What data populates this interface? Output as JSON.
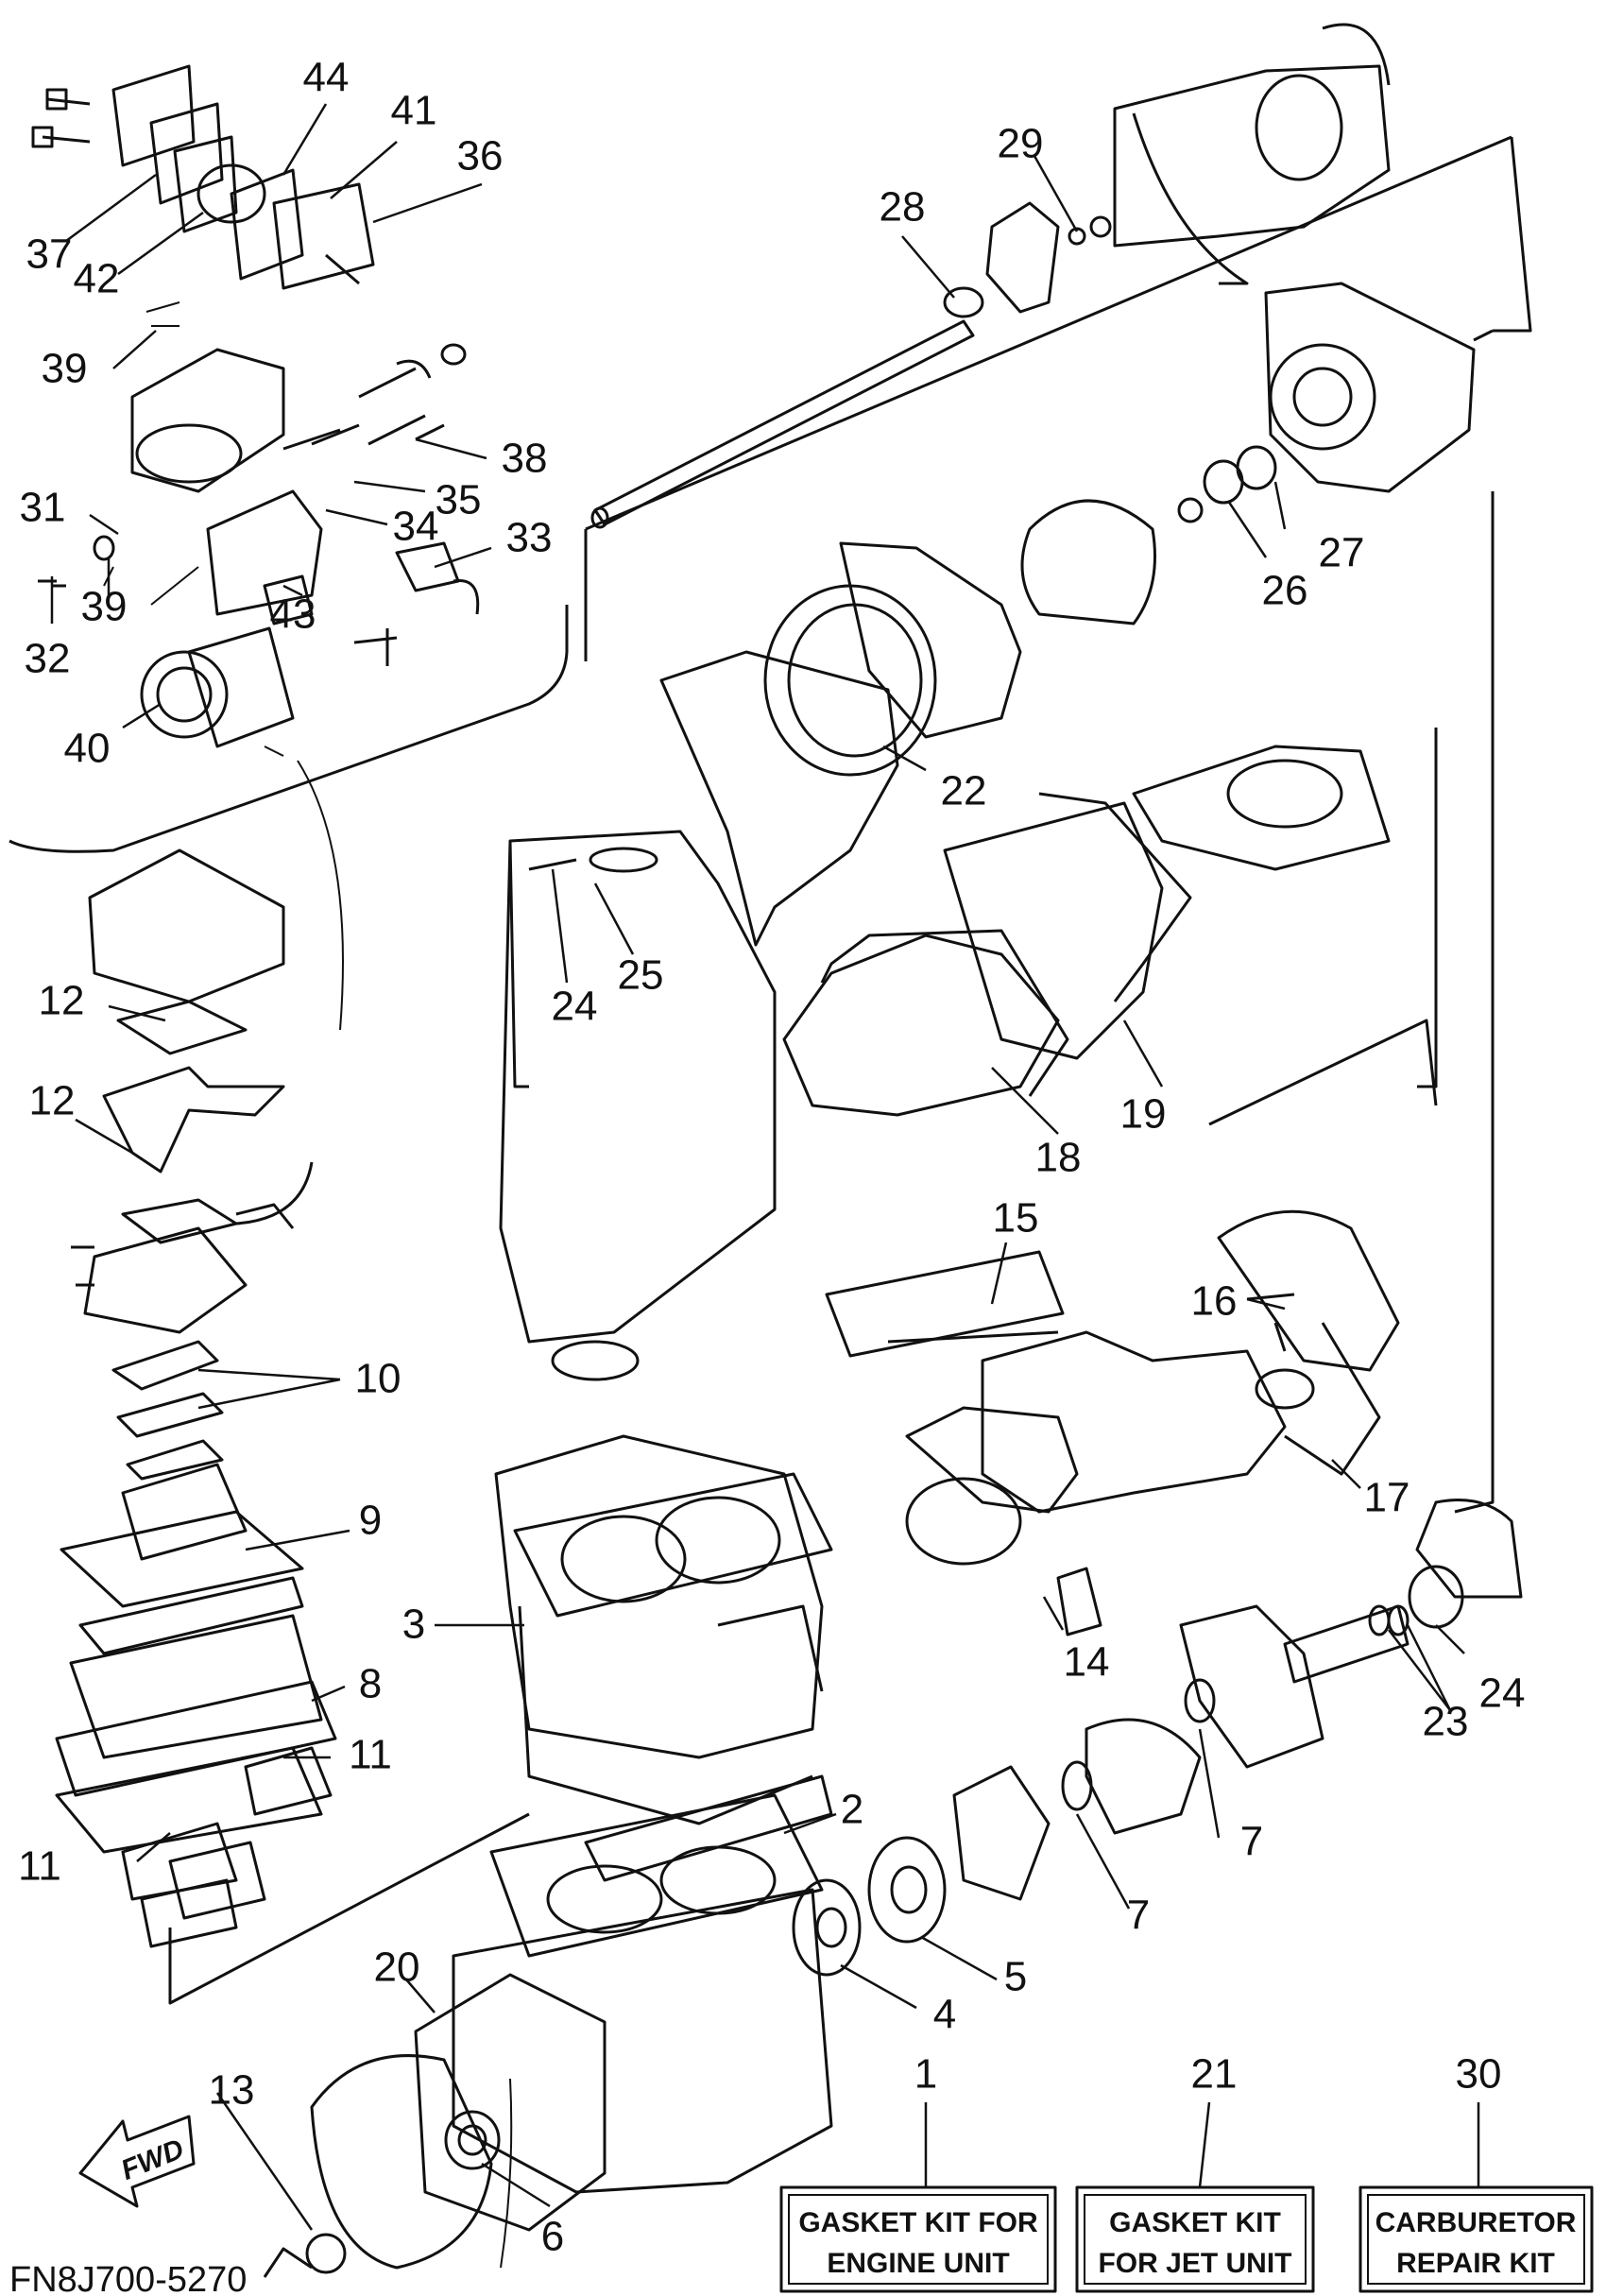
{
  "diagram_code": "FN8J700-5270",
  "direction_label": "FWD",
  "kits": [
    {
      "number": "1",
      "line1": "GASKET KIT FOR",
      "line2": "ENGINE UNIT"
    },
    {
      "number": "21",
      "line1": "GASKET KIT",
      "line2": "FOR JET UNIT"
    },
    {
      "number": "30",
      "line1": "CARBURETOR",
      "line2": "REPAIR KIT"
    }
  ],
  "callouts": [
    "44",
    "41",
    "36",
    "37",
    "42",
    "39",
    "38",
    "35",
    "31",
    "34",
    "33",
    "32",
    "39",
    "43",
    "40",
    "29",
    "28",
    "27",
    "26",
    "22",
    "25",
    "24",
    "12",
    "12",
    "19",
    "18",
    "10",
    "15",
    "16",
    "9",
    "17",
    "3",
    "8",
    "11",
    "11",
    "14",
    "24",
    "23",
    "7",
    "2",
    "7",
    "5",
    "4",
    "20",
    "13",
    "6"
  ]
}
